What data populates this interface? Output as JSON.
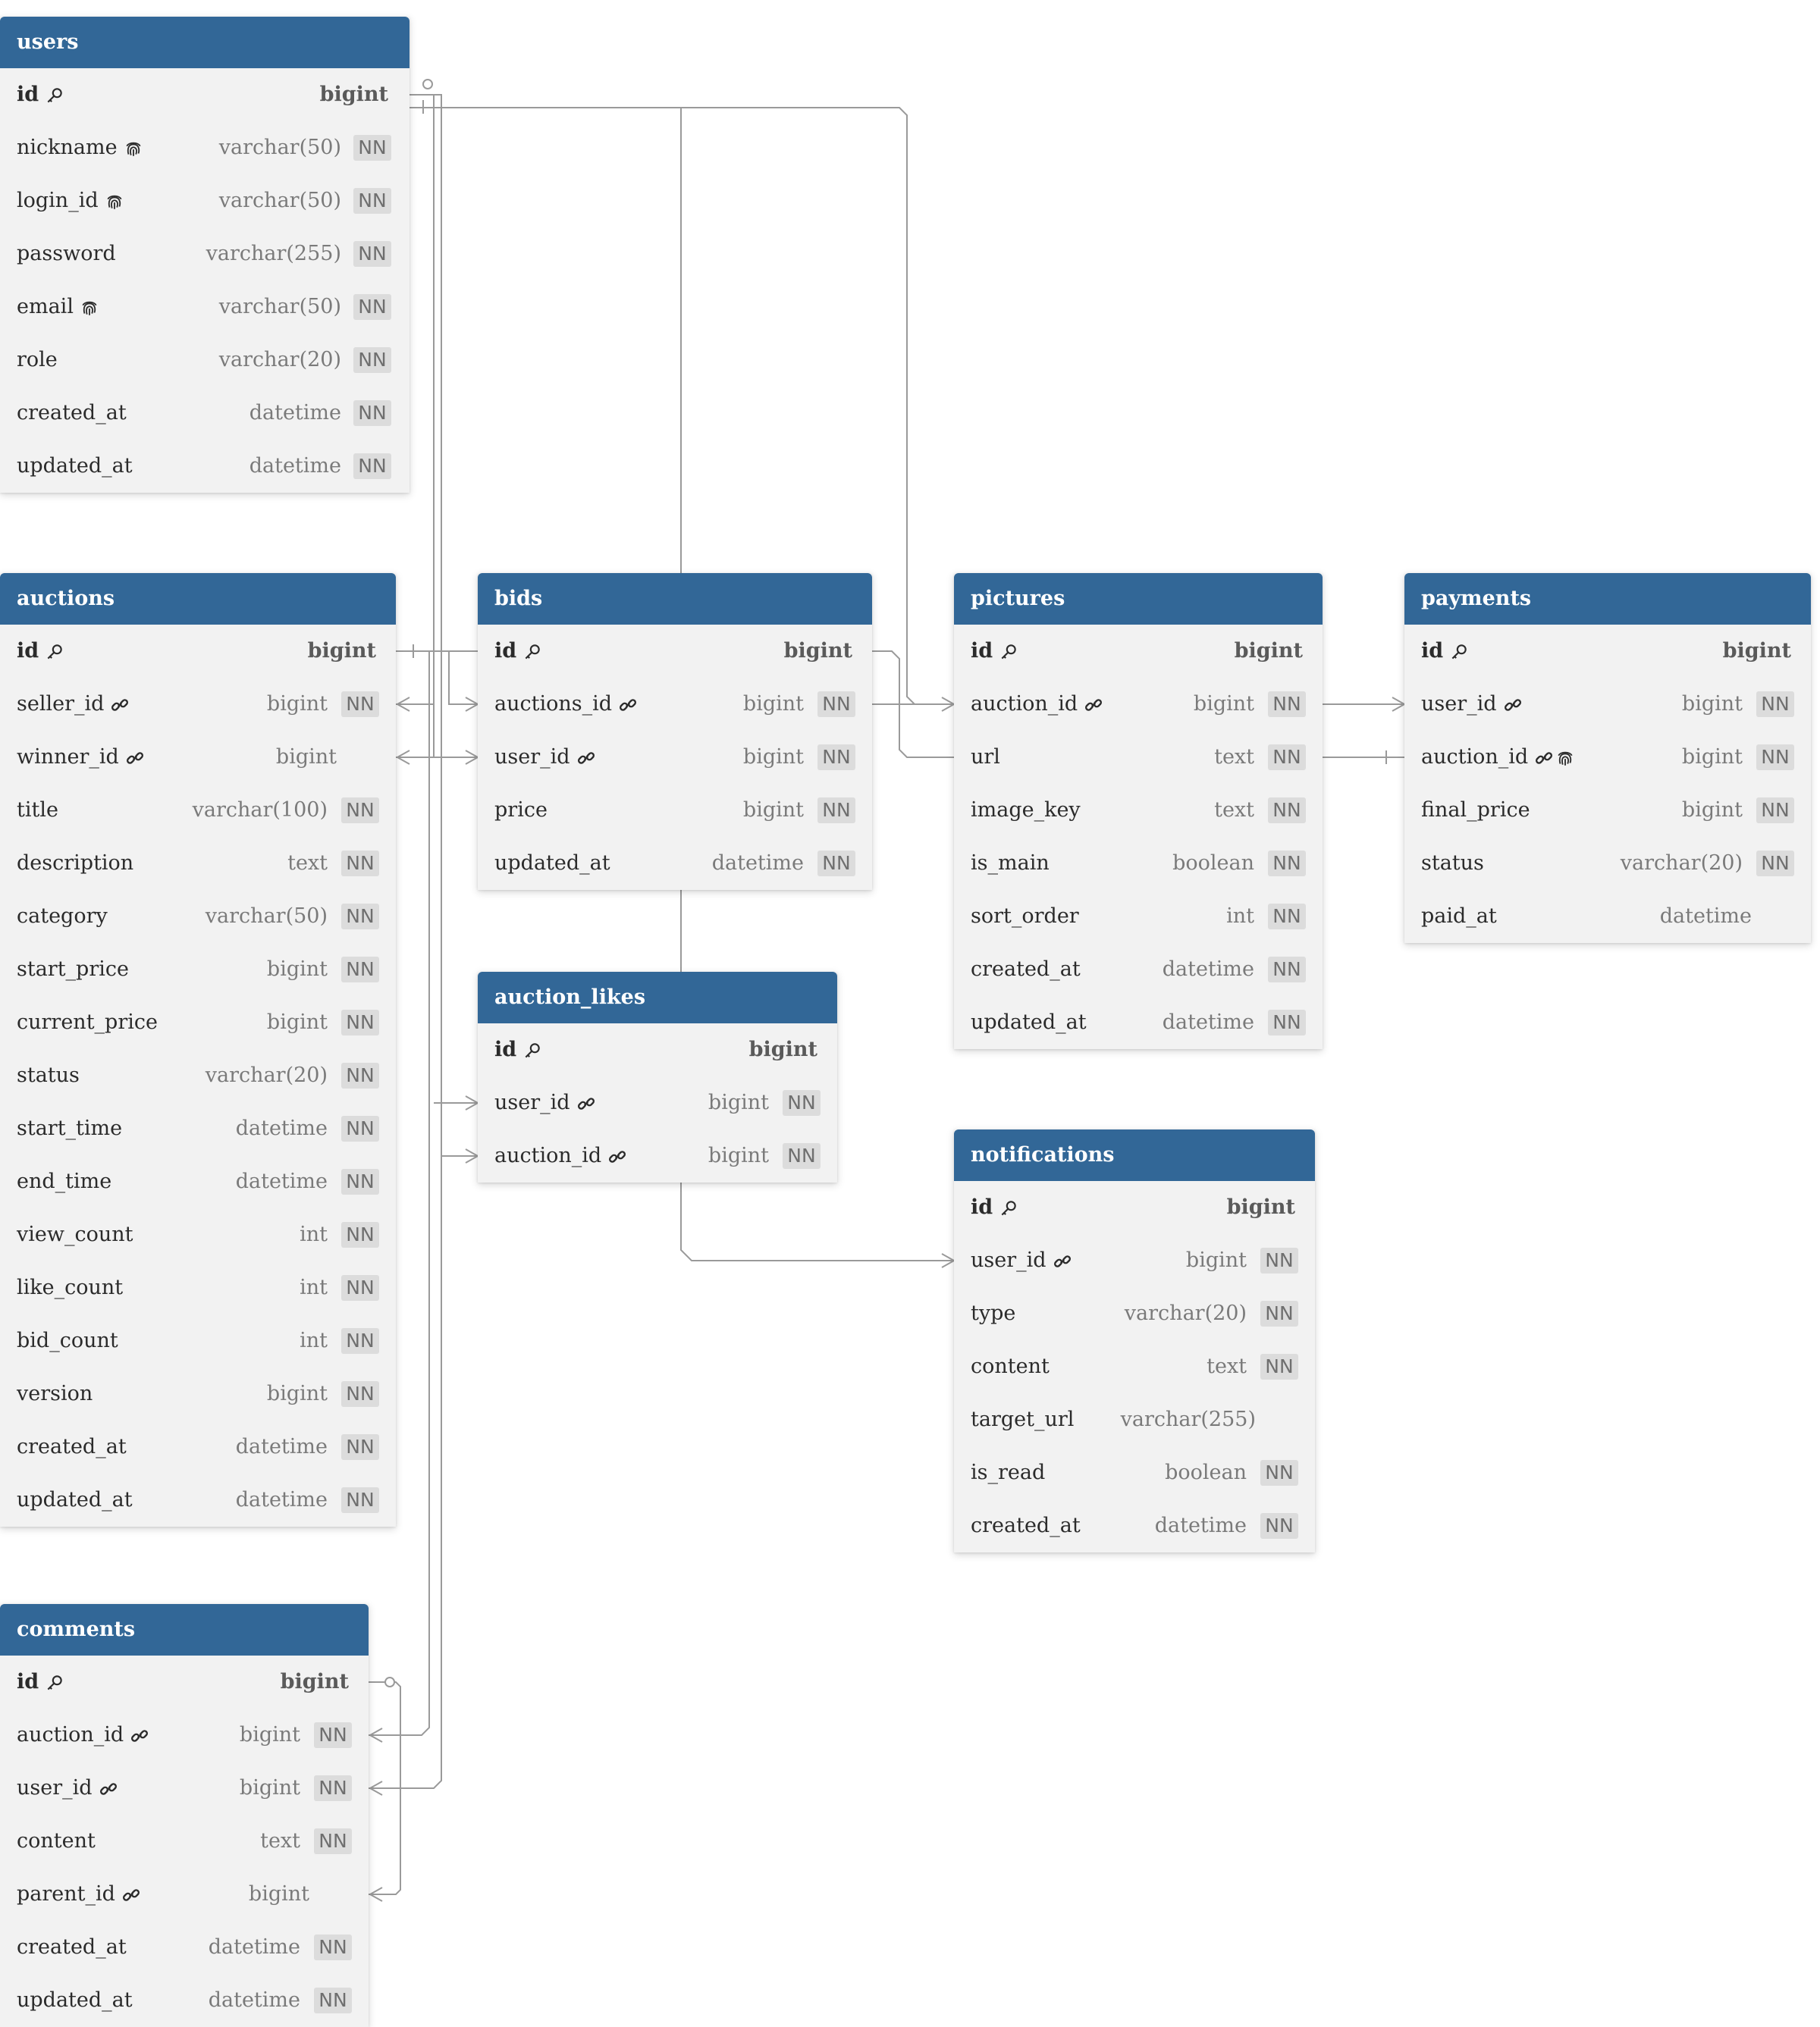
{
  "nn_label": "NN",
  "colors": {
    "header": "#326797",
    "body": "#f2f2f2",
    "line": "#9a9a9a"
  },
  "tables": [
    {
      "id": "users",
      "name": "users",
      "columns": [
        {
          "name": "id",
          "type": "bigint",
          "pk": true,
          "icons": [
            "key-icon"
          ]
        },
        {
          "name": "nickname",
          "type": "varchar(50)",
          "nn": true,
          "icons": [
            "fingerprint-icon"
          ]
        },
        {
          "name": "login_id",
          "type": "varchar(50)",
          "nn": true,
          "icons": [
            "fingerprint-icon"
          ]
        },
        {
          "name": "password",
          "type": "varchar(255)",
          "nn": true
        },
        {
          "name": "email",
          "type": "varchar(50)",
          "nn": true,
          "icons": [
            "fingerprint-icon"
          ]
        },
        {
          "name": "role",
          "type": "varchar(20)",
          "nn": true
        },
        {
          "name": "created_at",
          "type": "datetime",
          "nn": true
        },
        {
          "name": "updated_at",
          "type": "datetime",
          "nn": true
        }
      ]
    },
    {
      "id": "auctions",
      "name": "auctions",
      "columns": [
        {
          "name": "id",
          "type": "bigint",
          "pk": true,
          "icons": [
            "key-icon"
          ]
        },
        {
          "name": "seller_id",
          "type": "bigint",
          "nn": true,
          "icons": [
            "link-icon"
          ]
        },
        {
          "name": "winner_id",
          "type": "bigint",
          "icons": [
            "link-icon"
          ]
        },
        {
          "name": "title",
          "type": "varchar(100)",
          "nn": true
        },
        {
          "name": "description",
          "type": "text",
          "nn": true
        },
        {
          "name": "category",
          "type": "varchar(50)",
          "nn": true
        },
        {
          "name": "start_price",
          "type": "bigint",
          "nn": true
        },
        {
          "name": "current_price",
          "type": "bigint",
          "nn": true
        },
        {
          "name": "status",
          "type": "varchar(20)",
          "nn": true
        },
        {
          "name": "start_time",
          "type": "datetime",
          "nn": true
        },
        {
          "name": "end_time",
          "type": "datetime",
          "nn": true
        },
        {
          "name": "view_count",
          "type": "int",
          "nn": true
        },
        {
          "name": "like_count",
          "type": "int",
          "nn": true
        },
        {
          "name": "bid_count",
          "type": "int",
          "nn": true
        },
        {
          "name": "version",
          "type": "bigint",
          "nn": true
        },
        {
          "name": "created_at",
          "type": "datetime",
          "nn": true
        },
        {
          "name": "updated_at",
          "type": "datetime",
          "nn": true
        }
      ]
    },
    {
      "id": "bids",
      "name": "bids",
      "columns": [
        {
          "name": "id",
          "type": "bigint",
          "pk": true,
          "icons": [
            "key-icon"
          ]
        },
        {
          "name": "auctions_id",
          "type": "bigint",
          "nn": true,
          "icons": [
            "link-icon"
          ]
        },
        {
          "name": "user_id",
          "type": "bigint",
          "nn": true,
          "icons": [
            "link-icon"
          ]
        },
        {
          "name": "price",
          "type": "bigint",
          "nn": true
        },
        {
          "name": "updated_at",
          "type": "datetime",
          "nn": true
        }
      ]
    },
    {
      "id": "auction_likes",
      "name": "auction_likes",
      "columns": [
        {
          "name": "id",
          "type": "bigint",
          "pk": true,
          "icons": [
            "key-icon"
          ]
        },
        {
          "name": "user_id",
          "type": "bigint",
          "nn": true,
          "icons": [
            "link-icon"
          ]
        },
        {
          "name": "auction_id",
          "type": "bigint",
          "nn": true,
          "icons": [
            "link-icon"
          ]
        }
      ]
    },
    {
      "id": "pictures",
      "name": "pictures",
      "columns": [
        {
          "name": "id",
          "type": "bigint",
          "pk": true,
          "icons": [
            "key-icon"
          ]
        },
        {
          "name": "auction_id",
          "type": "bigint",
          "nn": true,
          "icons": [
            "link-icon"
          ]
        },
        {
          "name": "url",
          "type": "text",
          "nn": true
        },
        {
          "name": "image_key",
          "type": "text",
          "nn": true
        },
        {
          "name": "is_main",
          "type": "boolean",
          "nn": true
        },
        {
          "name": "sort_order",
          "type": "int",
          "nn": true
        },
        {
          "name": "created_at",
          "type": "datetime",
          "nn": true
        },
        {
          "name": "updated_at",
          "type": "datetime",
          "nn": true
        }
      ]
    },
    {
      "id": "payments",
      "name": "payments",
      "columns": [
        {
          "name": "id",
          "type": "bigint",
          "pk": true,
          "icons": [
            "key-icon"
          ]
        },
        {
          "name": "user_id",
          "type": "bigint",
          "nn": true,
          "icons": [
            "link-icon"
          ]
        },
        {
          "name": "auction_id",
          "type": "bigint",
          "nn": true,
          "icons": [
            "link-icon",
            "fingerprint-icon"
          ]
        },
        {
          "name": "final_price",
          "type": "bigint",
          "nn": true
        },
        {
          "name": "status",
          "type": "varchar(20)",
          "nn": true
        },
        {
          "name": "paid_at",
          "type": "datetime"
        }
      ]
    },
    {
      "id": "notifications",
      "name": "notifications",
      "columns": [
        {
          "name": "id",
          "type": "bigint",
          "pk": true,
          "icons": [
            "key-icon"
          ]
        },
        {
          "name": "user_id",
          "type": "bigint",
          "nn": true,
          "icons": [
            "link-icon"
          ]
        },
        {
          "name": "type",
          "type": "varchar(20)",
          "nn": true
        },
        {
          "name": "content",
          "type": "text",
          "nn": true
        },
        {
          "name": "target_url",
          "type": "varchar(255)"
        },
        {
          "name": "is_read",
          "type": "boolean",
          "nn": true
        },
        {
          "name": "created_at",
          "type": "datetime",
          "nn": true
        }
      ]
    },
    {
      "id": "comments",
      "name": "comments",
      "columns": [
        {
          "name": "id",
          "type": "bigint",
          "pk": true,
          "icons": [
            "key-icon"
          ]
        },
        {
          "name": "auction_id",
          "type": "bigint",
          "nn": true,
          "icons": [
            "link-icon"
          ]
        },
        {
          "name": "user_id",
          "type": "bigint",
          "nn": true,
          "icons": [
            "link-icon"
          ]
        },
        {
          "name": "content",
          "type": "text",
          "nn": true
        },
        {
          "name": "parent_id",
          "type": "bigint",
          "icons": [
            "link-icon"
          ]
        },
        {
          "name": "created_at",
          "type": "datetime",
          "nn": true
        },
        {
          "name": "updated_at",
          "type": "datetime",
          "nn": true
        }
      ]
    }
  ],
  "relations": [
    {
      "name": "users-auctions-seller"
    },
    {
      "name": "users-auctions-winner"
    },
    {
      "name": "users-bids-user"
    },
    {
      "name": "users-auction-likes-user"
    },
    {
      "name": "users-comments-user"
    },
    {
      "name": "users-notifications-user"
    },
    {
      "name": "users-payments-user"
    },
    {
      "name": "auctions-bids"
    },
    {
      "name": "auctions-auction-likes"
    },
    {
      "name": "auctions-comments"
    },
    {
      "name": "auctions-pictures"
    },
    {
      "name": "auctions-payments"
    },
    {
      "name": "comments-parent"
    }
  ]
}
